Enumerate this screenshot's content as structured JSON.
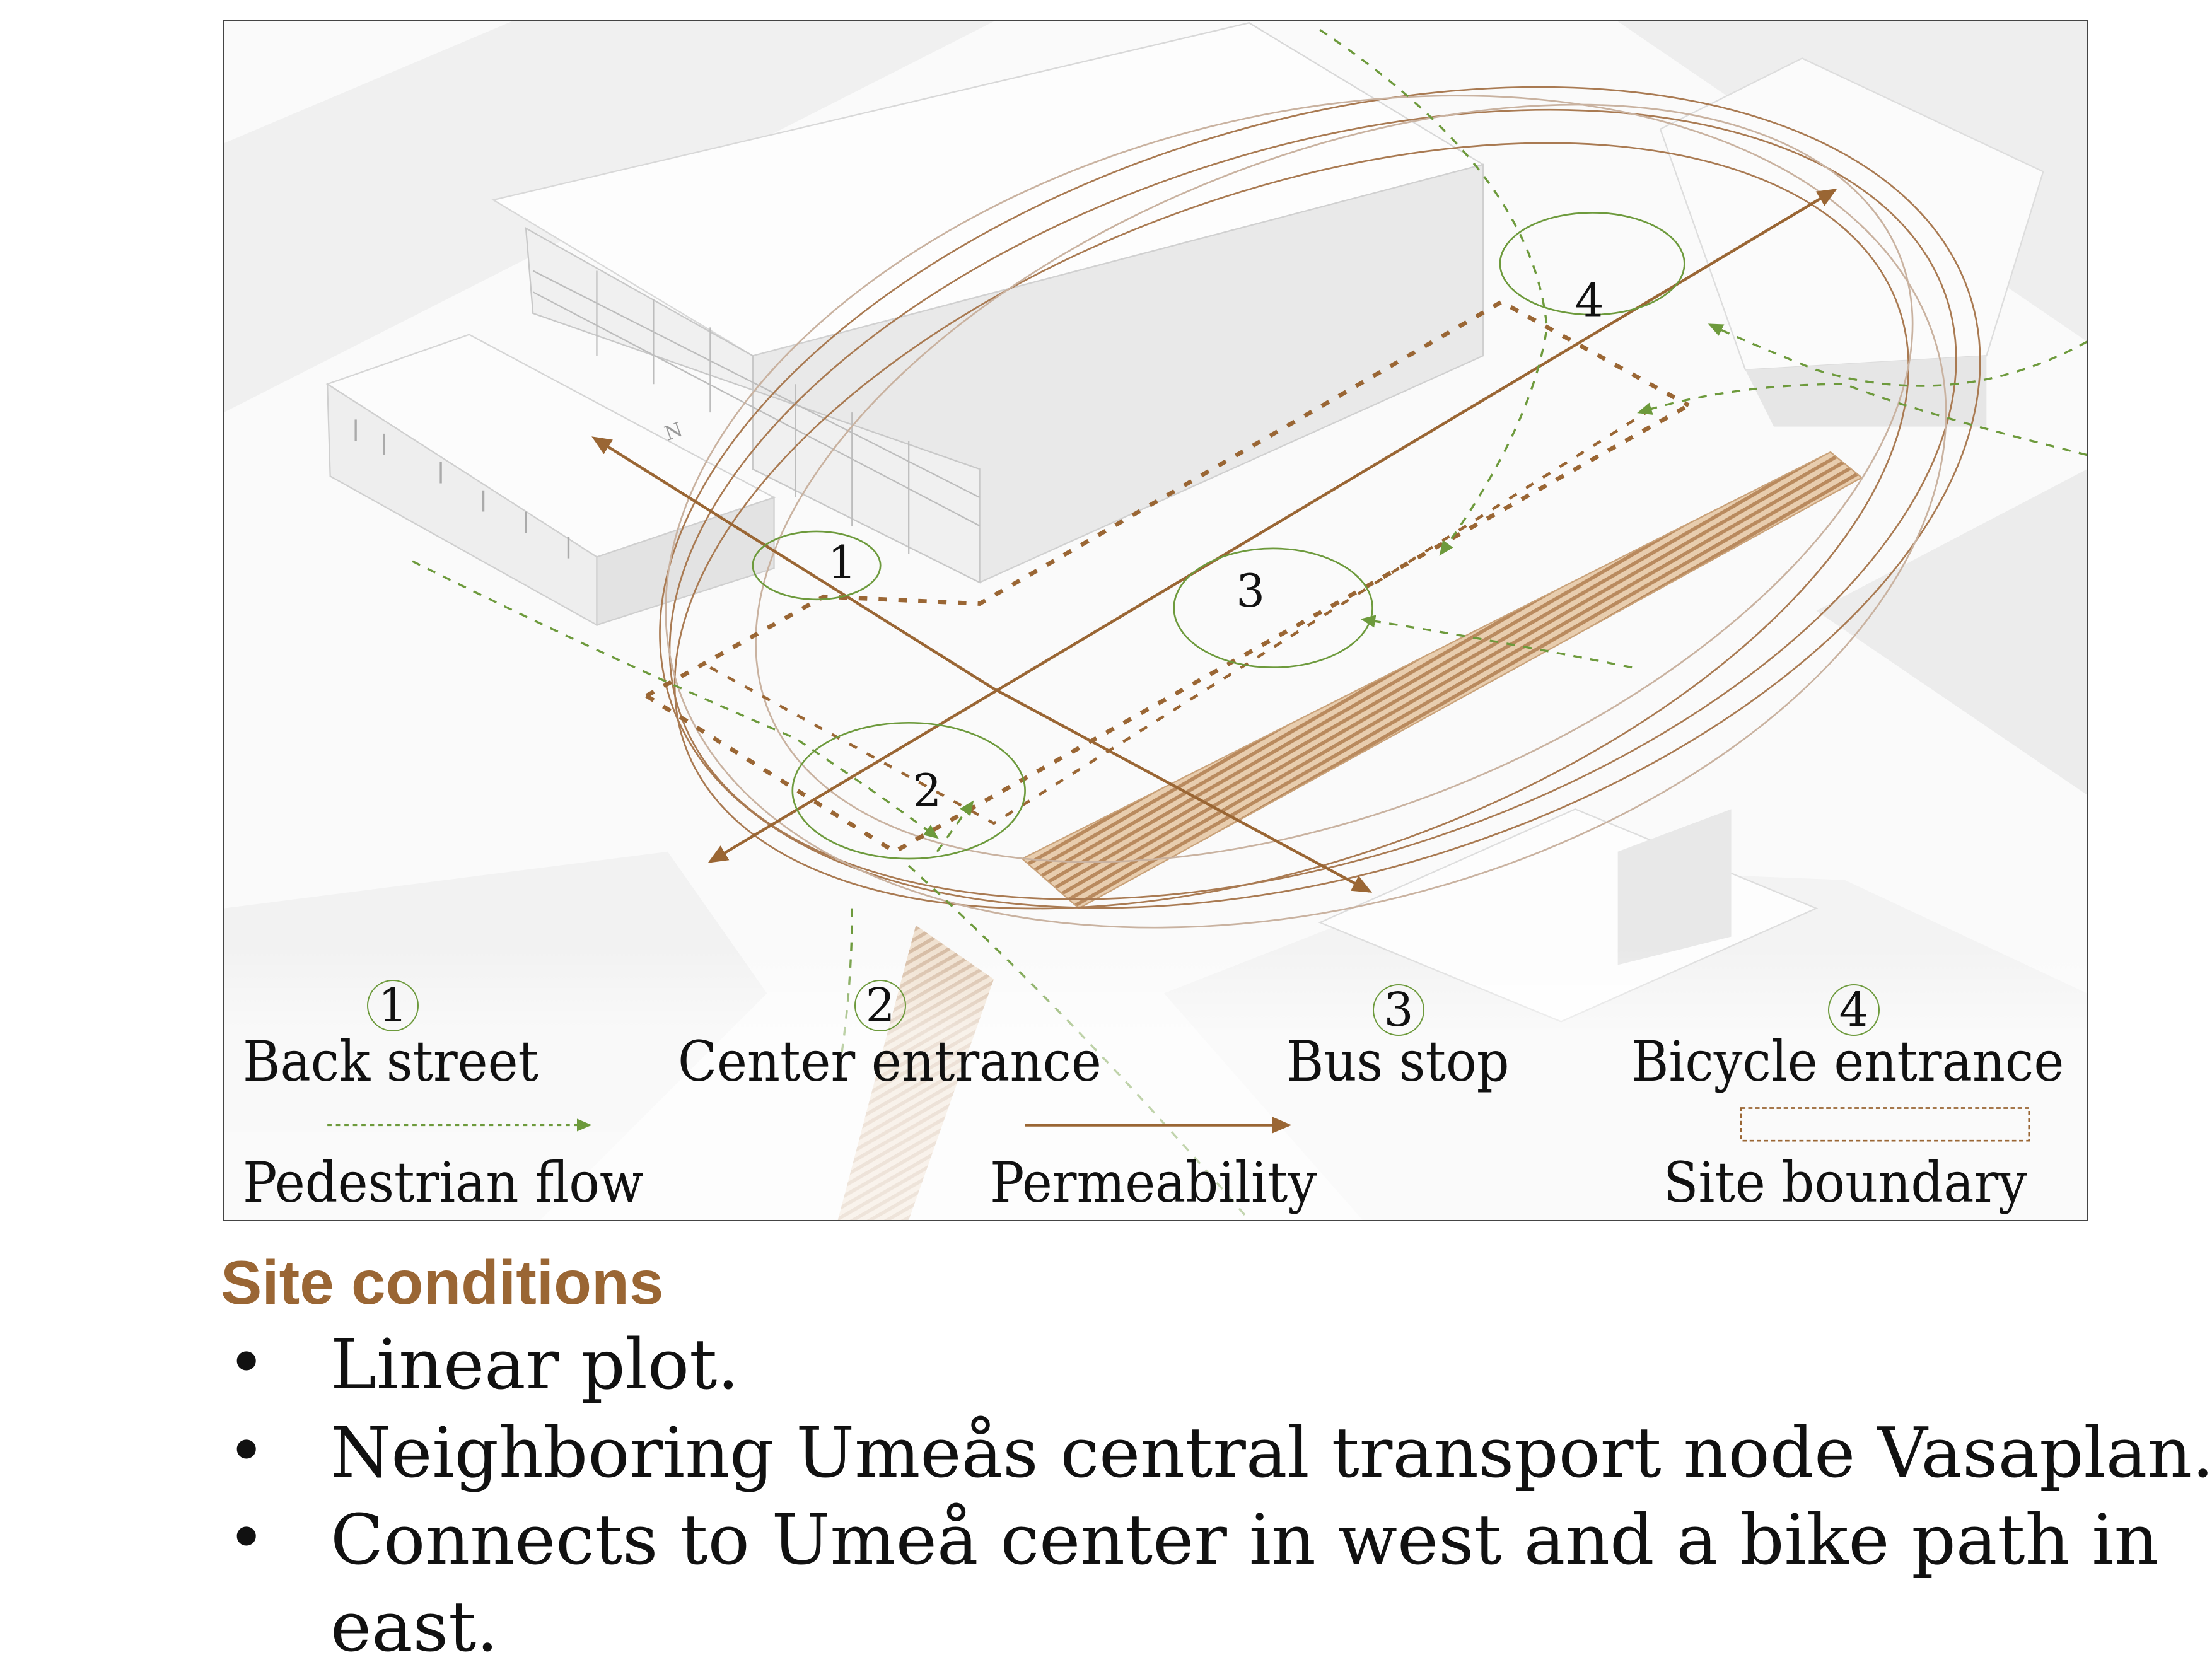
{
  "diagram": {
    "markers": [
      "1",
      "2",
      "3",
      "4"
    ],
    "north_label": "N",
    "colors": {
      "pedestrian": "#6d9a3c",
      "permeability": "#9a6634",
      "boundary": "#9a6634",
      "pergola": "#d8b48c"
    }
  },
  "legend": {
    "nodes": [
      {
        "num": "1",
        "label": "Back street"
      },
      {
        "num": "2",
        "label": "Center entrance"
      },
      {
        "num": "3",
        "label": "Bus stop"
      },
      {
        "num": "4",
        "label": "Bicycle entrance"
      }
    ],
    "lines": [
      {
        "label": "Pedestrian flow"
      },
      {
        "label": "Permeability"
      },
      {
        "label": "Site boundary"
      }
    ]
  },
  "section": {
    "title": "Site conditions",
    "bullets": [
      "Linear plot.",
      "Neighboring Umeås central transport node Vasaplan.",
      "Connects to Umeå center in west and a bike path in",
      "east."
    ]
  }
}
